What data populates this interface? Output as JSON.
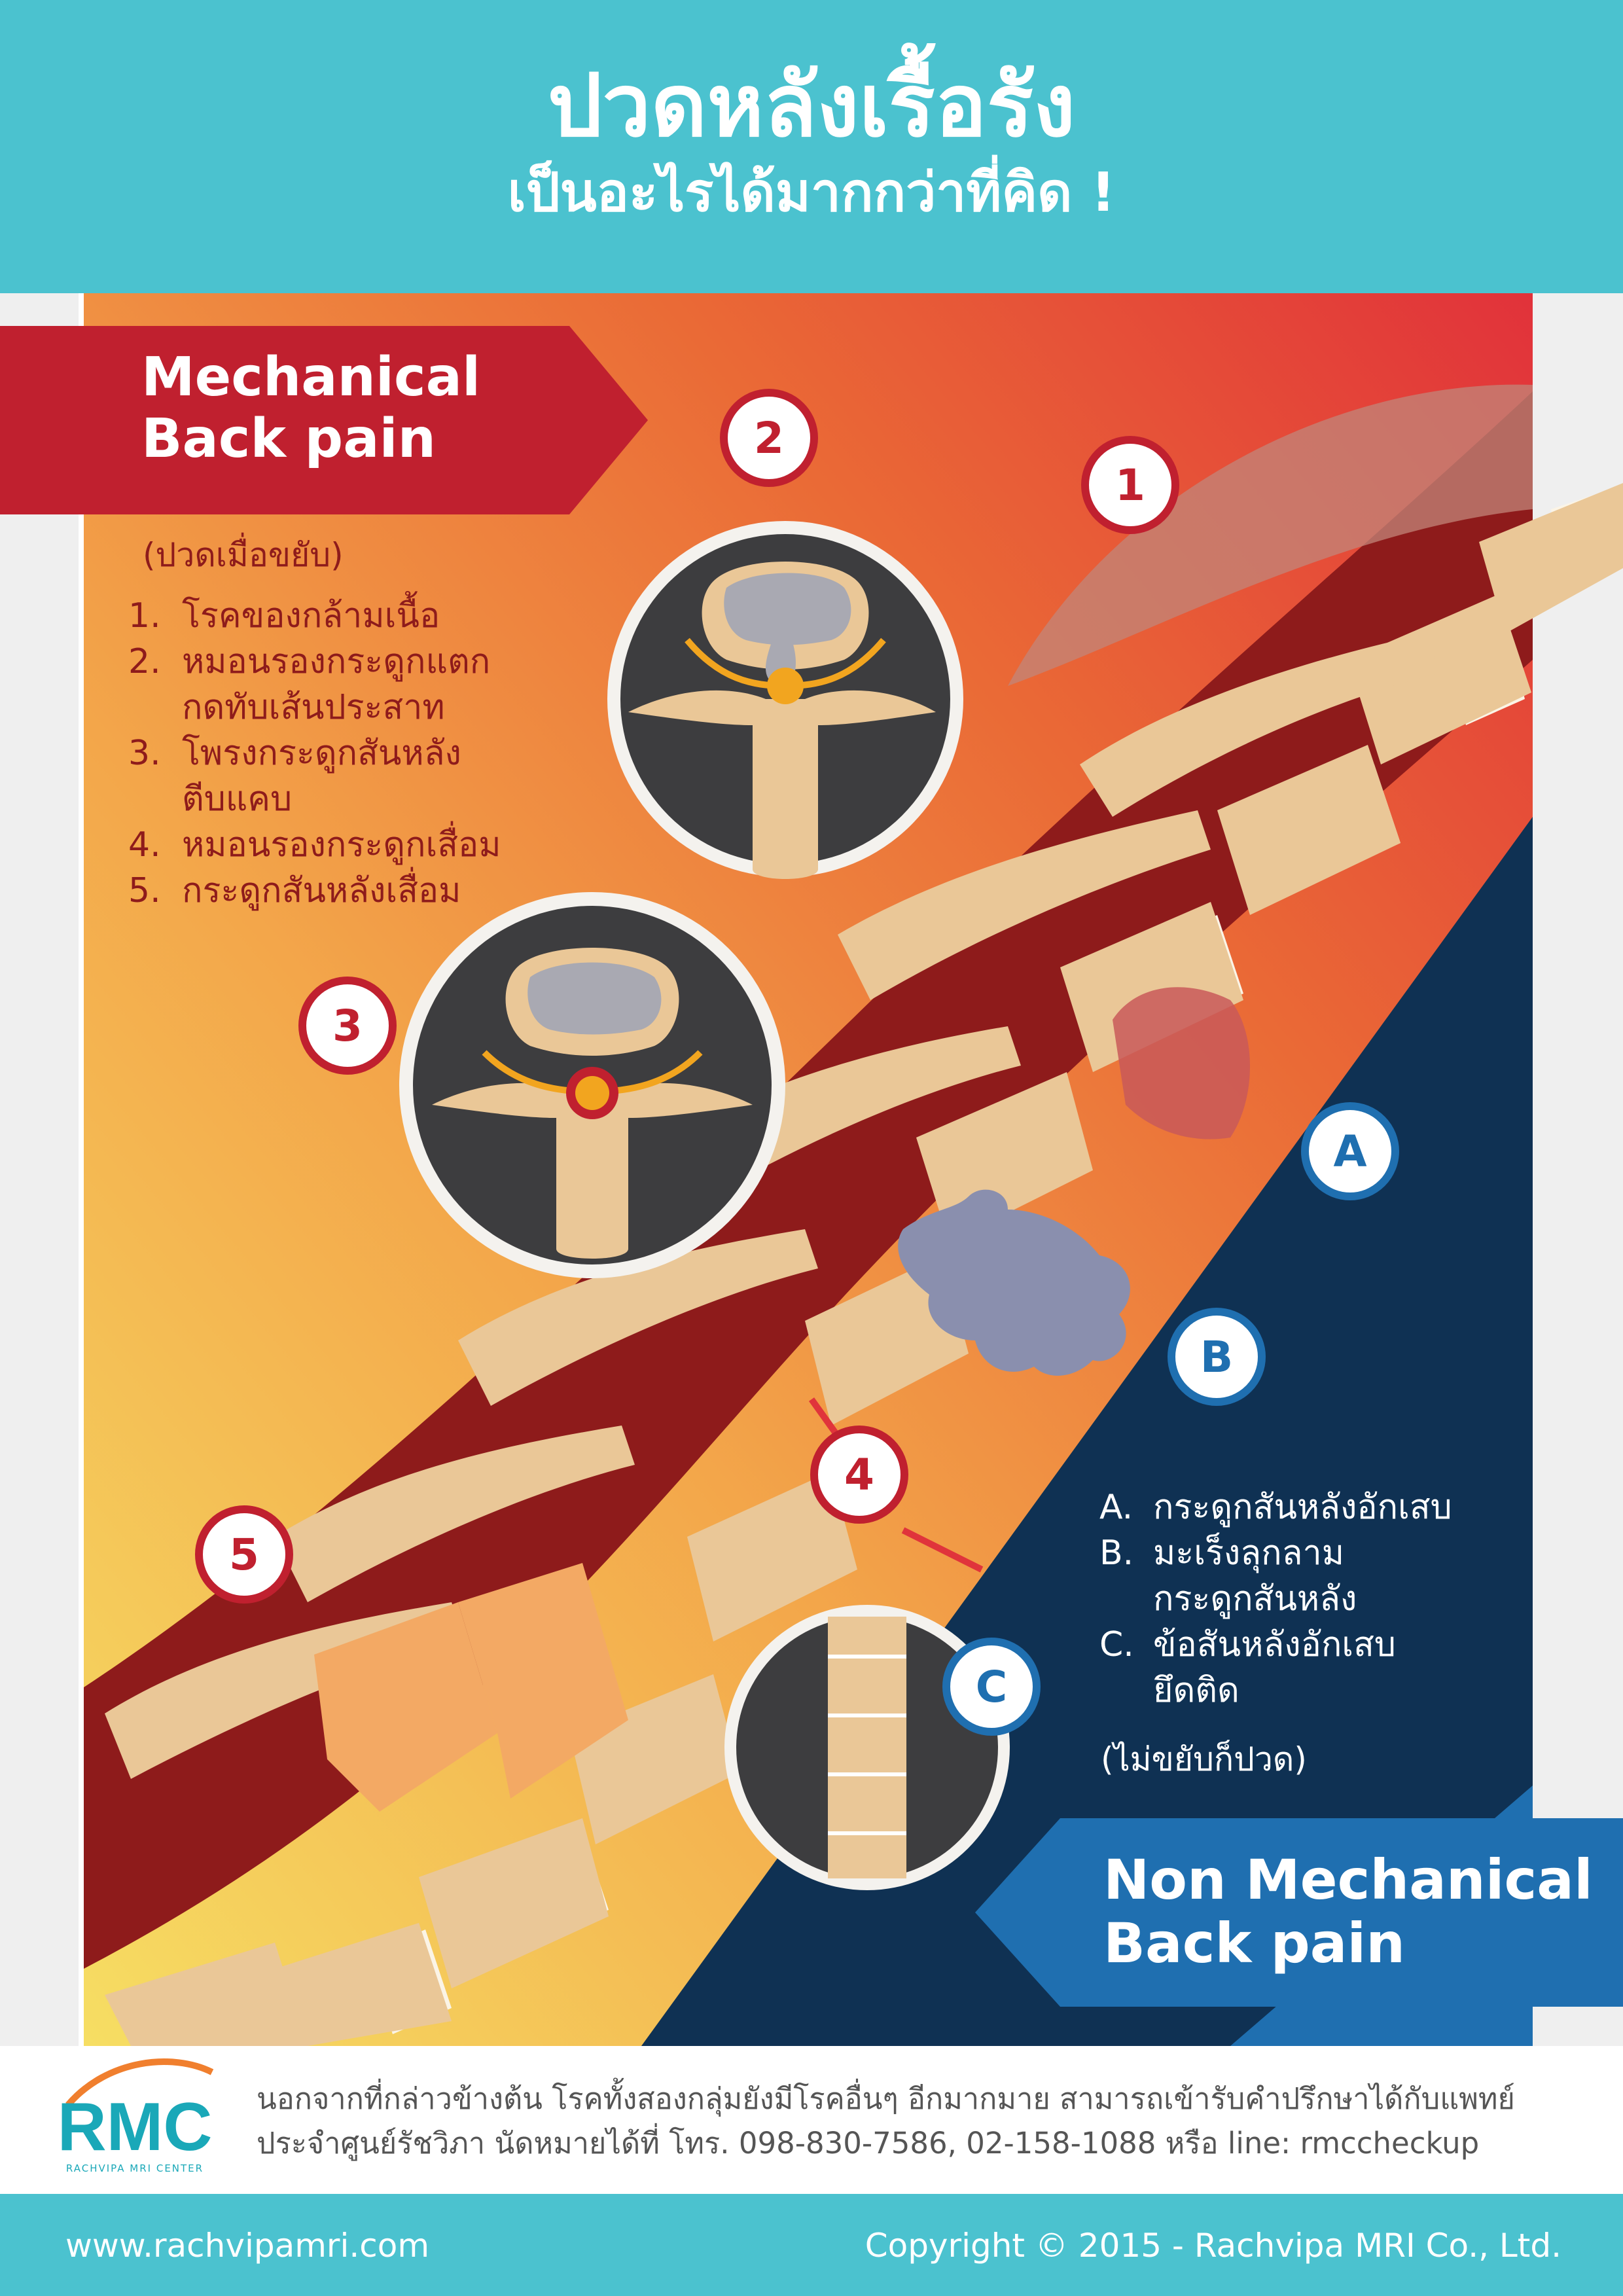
{
  "header": {
    "title_line1": "ปวดหลังเรื้อรัง",
    "title_line2": "เป็นอะไรได้มากกว่าที่คิด !"
  },
  "mechanical": {
    "title_line1": "Mechanical",
    "title_line2": "Back pain",
    "subtitle": "(ปวดเมื่อขยับ)",
    "items": [
      {
        "num": "1.",
        "text": "โรคของกล้ามเนื้อ"
      },
      {
        "num": "2.",
        "text": "หมอนรองกระดูกแตก",
        "text2": "กดทับเส้นประสาท"
      },
      {
        "num": "3.",
        "text": "โพรงกระดูกสันหลัง",
        "text2": "ตีบแคบ"
      },
      {
        "num": "4.",
        "text": "หมอนรองกระดูกเสื่อม"
      },
      {
        "num": "5.",
        "text": "กระดูกสันหลังเสื่อม"
      }
    ]
  },
  "non_mechanical": {
    "title_line1": "Non Mechanical",
    "title_line2": "Back pain",
    "note": "(ไม่ขยับก็ปวด)",
    "items": [
      {
        "num": "A.",
        "text": "กระดูกสันหลังอักเสบ"
      },
      {
        "num": "B.",
        "text": "มะเร็งลุกลาม",
        "text2": "กระดูกสันหลัง"
      },
      {
        "num": "C.",
        "text": "ข้อสันหลังอักเสบ",
        "text2": "ยึดติด"
      }
    ]
  },
  "markers": {
    "m1": "1",
    "m2": "2",
    "m3": "3",
    "m4": "4",
    "m5": "5",
    "mA": "A",
    "mB": "B",
    "mC": "C"
  },
  "colors": {
    "header": "#4bc2cf",
    "mechanical_red": "#c0202f",
    "dark_red": "#8e1b1b",
    "navy": "#0f3153",
    "blue": "#1f6fb0",
    "bone": "#eac797"
  },
  "logo": {
    "text": "RMC",
    "subtitle": "RACHVIPA MRI CENTER"
  },
  "footer": {
    "info_line1": "นอกจากที่กล่าวข้างต้น โรคทั้งสองกลุ่มยังมีโรคอื่นๆ อีกมากมาย สามารถเข้ารับคำปรึกษาได้กับแพทย์",
    "info_line2": "ประจำศูนย์รัชวิภา นัดหมายได้ที่ โทร. 098-830-7586, 02-158-1088 หรือ line: rmccheckup",
    "website": "www.rachvipamri.com",
    "copyright": "Copyright © 2015 - Rachvipa MRI Co., Ltd."
  }
}
